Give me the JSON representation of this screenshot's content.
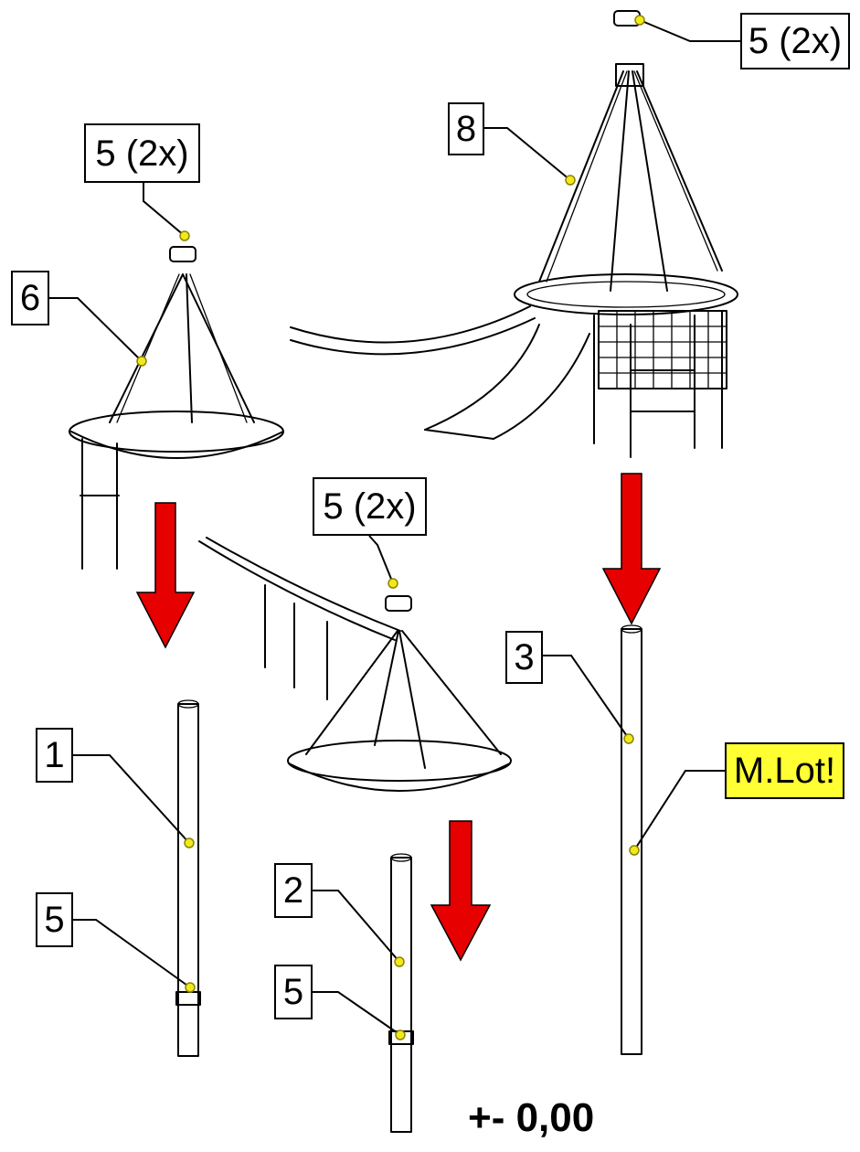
{
  "callouts": {
    "top_right": "5 (2x)",
    "part_8": "8",
    "top_left": "5 (2x)",
    "part_6": "6",
    "middle": "5 (2x)",
    "part_3": "3",
    "warning": "M.Lot!",
    "part_1": "1",
    "part_5_left": "5",
    "part_2": "2",
    "part_5_mid": "5"
  },
  "ground_level": "+- 0,00",
  "colors": {
    "arrow": "#e60000",
    "marker": "#f2e81e",
    "warning_fill": "#ffff33",
    "line": "#000000"
  }
}
